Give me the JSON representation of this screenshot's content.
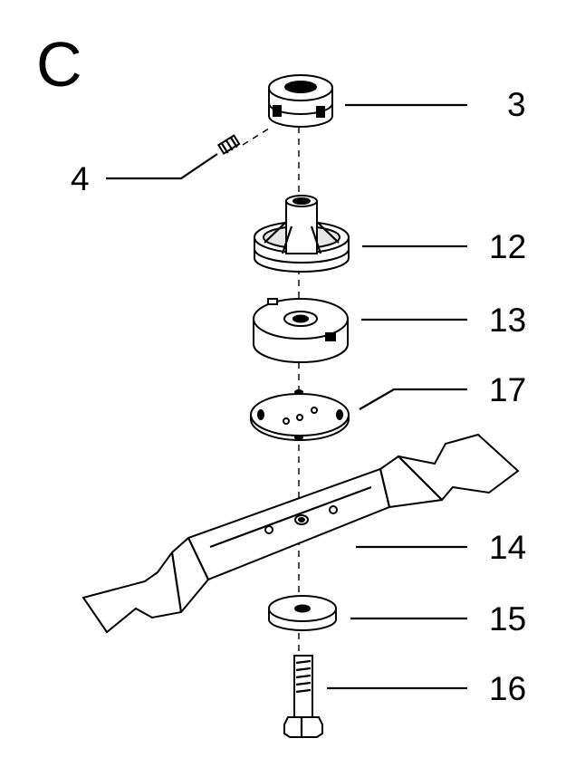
{
  "section_letter": "C",
  "callouts": {
    "p3": "3",
    "p4": "4",
    "p12": "12",
    "p13": "13",
    "p17": "17",
    "p14": "14",
    "p15": "15",
    "p16": "16"
  }
}
